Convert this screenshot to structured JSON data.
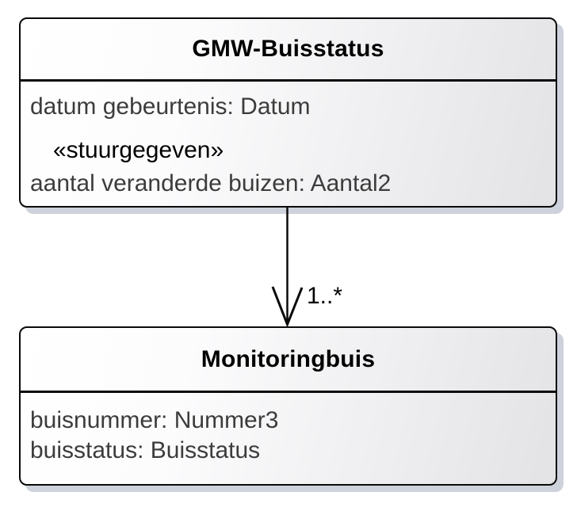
{
  "diagram": {
    "type": "uml-class-diagram",
    "classes": [
      {
        "name": "GMW-Buisstatus",
        "attributes": [
          "datum gebeurtenis: Datum",
          "aantal veranderde buizen: Aantal2"
        ],
        "stereotype": "«stuurgegeven»"
      },
      {
        "name": "Monitoringbuis",
        "attributes": [
          "buisnummer: Nummer3",
          "buisstatus: Buisstatus"
        ]
      }
    ],
    "connector": {
      "from": "GMW-Buisstatus",
      "to": "Monitoringbuis",
      "multiplicity": "1..*",
      "arrow_style": "open-arrowhead"
    },
    "colors": {
      "border": "#0a0a0a",
      "fill_gradient_start": "#ffffff",
      "fill_gradient_end": "#e3e3e6",
      "shadow": "#ced2dc",
      "title_text": "#000000",
      "attribute_text": "#3c3c3c"
    }
  }
}
